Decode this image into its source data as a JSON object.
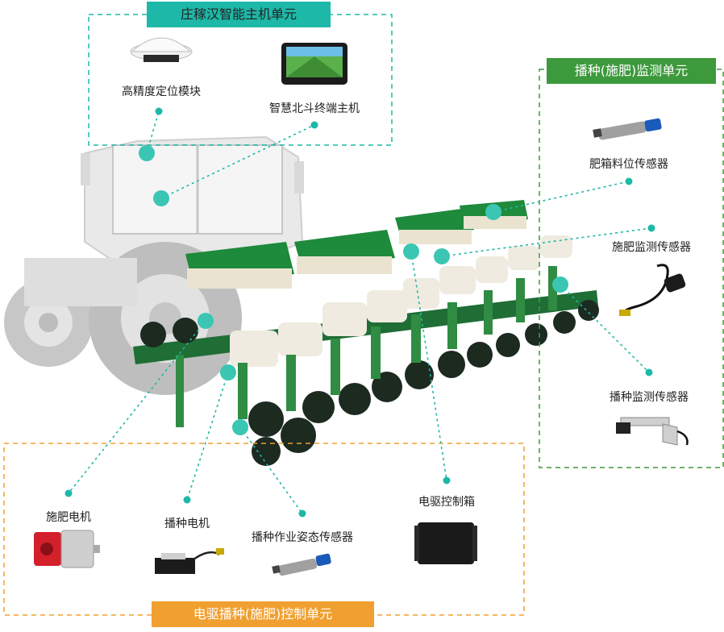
{
  "units": {
    "host": {
      "title": "庄稼汉智能主机单元",
      "components": [
        {
          "label": "高精度定位模块",
          "icon": "gnss-antenna-icon"
        },
        {
          "label": "智慧北斗终端主机",
          "icon": "tablet-terminal-icon"
        }
      ]
    },
    "monitor": {
      "title": "播种(施肥)监测单元",
      "components": [
        {
          "label": "肥箱料位传感器",
          "icon": "cylindrical-sensor-icon"
        },
        {
          "label": "施肥监测传感器",
          "icon": "wired-sensor-icon"
        },
        {
          "label": "播种监测传感器",
          "icon": "bracket-sensor-icon"
        }
      ]
    },
    "control": {
      "title": "电驱播种(施肥)控制单元",
      "components": [
        {
          "label": "施肥电机",
          "icon": "red-motor-icon"
        },
        {
          "label": "播种电机",
          "icon": "servo-motor-icon"
        },
        {
          "label": "播种作业姿态传感器",
          "icon": "attitude-sensor-icon"
        },
        {
          "label": "电驱控制箱",
          "icon": "control-box-icon"
        }
      ]
    }
  },
  "colors": {
    "teal": "#1eb8a8",
    "green": "#3d9a3c",
    "orange": "#f0a030",
    "planter_green": "#1e7a3a",
    "tractor_gray": "#c8c8c8"
  }
}
